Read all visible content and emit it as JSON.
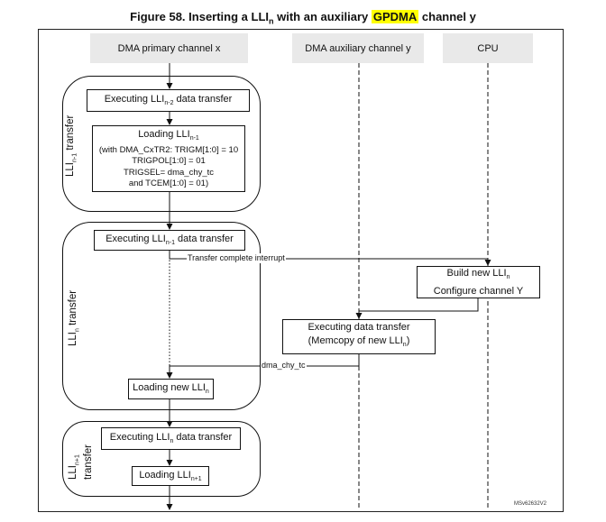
{
  "title": {
    "prefix": "Figure 58. Inserting a LLI",
    "sub": "n",
    "middle": " with an auxiliary ",
    "highlight": "GPDMA",
    "suffix": " channel y"
  },
  "headers": {
    "primary": "DMA primary channel x",
    "auxiliary": "DMA auxiliary channel y",
    "cpu": "CPU"
  },
  "phases": {
    "n1": {
      "prefix": "LLI",
      "sub": "n-1",
      "suffix": " transfer"
    },
    "n": {
      "prefix": "LLI",
      "sub": "n",
      "suffix": " transfer"
    },
    "np1": {
      "prefix": "LLI",
      "sub": "n+1",
      "suffix": "transfer"
    }
  },
  "boxes": {
    "exec_n2": {
      "prefix": "Executing LLI",
      "sub": "n-2",
      "suffix": " data transfer"
    },
    "load_n1": {
      "prefix": "Loading LLI",
      "sub": "n-1",
      "line2": "(with DMA_CxTR2: TRIGM[1:0] = 10",
      "line3": "TRIGPOL[1:0] = 01",
      "line4": "TRIGSEL= dma_chy_tc",
      "line5": "and TCEM[1:0] = 01)"
    },
    "exec_n1": {
      "prefix": "Executing LLI",
      "sub": "n-1",
      "suffix": " data transfer"
    },
    "build": {
      "prefix": "Build new LLI",
      "sub": "n",
      "line2": "Configure channel Y"
    },
    "exec_aux": {
      "line1": "Executing data transfer",
      "prefix": "(Memcopy of new LLI",
      "sub": "n",
      "suffix": ")"
    },
    "load_new": {
      "prefix": "Loading new LLI",
      "sub": "n"
    },
    "exec_n": {
      "prefix": "Executing LLI",
      "sub": "n",
      "suffix": " data transfer"
    },
    "load_np1": {
      "prefix": "Loading LLI",
      "sub": "n+1"
    }
  },
  "edges": {
    "interrupt": "Transfer complete interrupt",
    "tc": "dma_chy_tc"
  },
  "reference": "MSv62632V2"
}
